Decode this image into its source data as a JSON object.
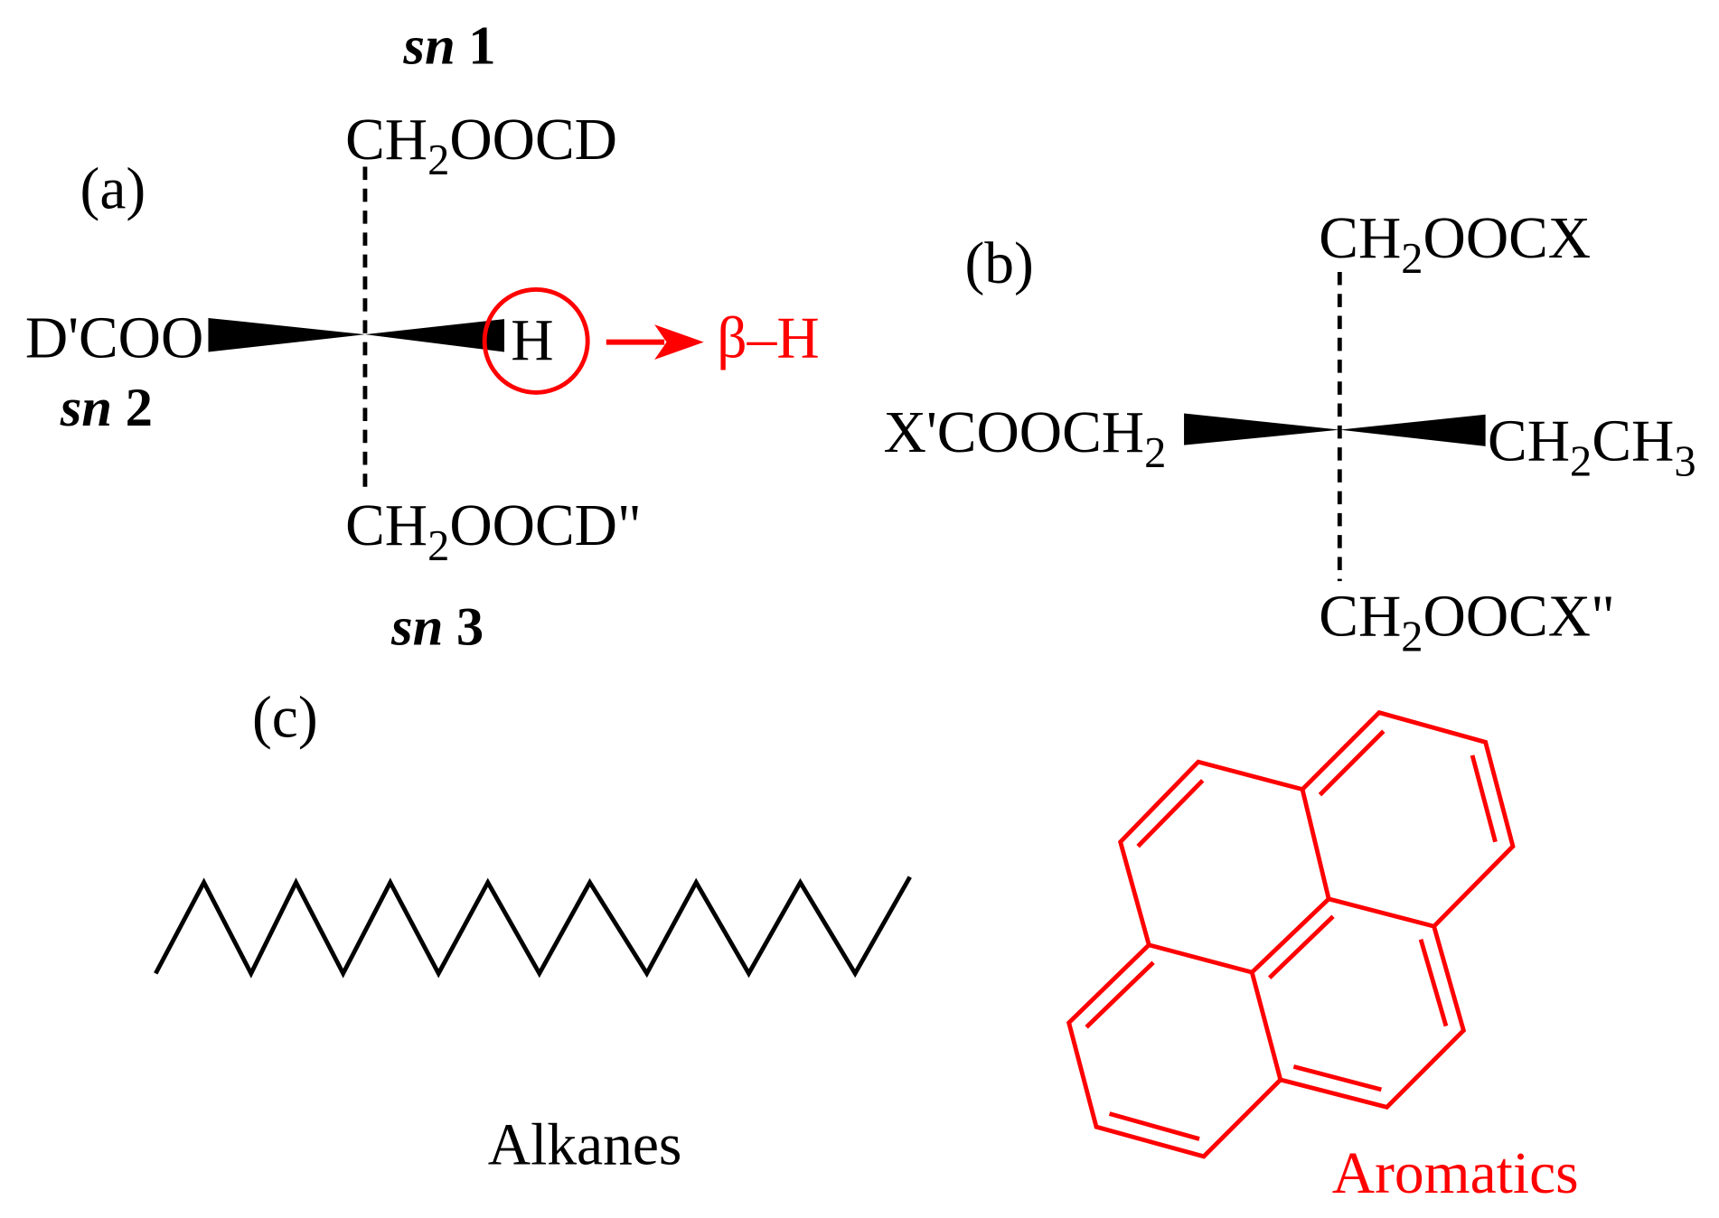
{
  "panel_a": {
    "label": "(a)",
    "sn1": {
      "prefix": "sn",
      "number": "1"
    },
    "sn2": {
      "prefix": "sn",
      "number": "2"
    },
    "sn3": {
      "prefix": "sn",
      "number": "3"
    },
    "top_group": [
      "CH",
      "2",
      "OOCD"
    ],
    "left_group": "D'COO",
    "right_atom": "H",
    "bottom_group": [
      "CH",
      "2",
      "OOCD\""
    ],
    "highlight_label": "β–H"
  },
  "panel_b": {
    "label": "(b)",
    "top_group": [
      "CH",
      "2",
      "OOCX"
    ],
    "left_group": [
      "X'COOCH",
      "2"
    ],
    "right_group": [
      "CH",
      "2",
      "CH",
      "3"
    ],
    "bottom_group": [
      "CH",
      "2",
      "OOCX\""
    ]
  },
  "panel_c": {
    "label": "(c)",
    "alkanes_label": "Alkanes",
    "aromatics_label": "Aromatics"
  },
  "colors": {
    "ink": "#000000",
    "highlight": "#ff0000"
  }
}
